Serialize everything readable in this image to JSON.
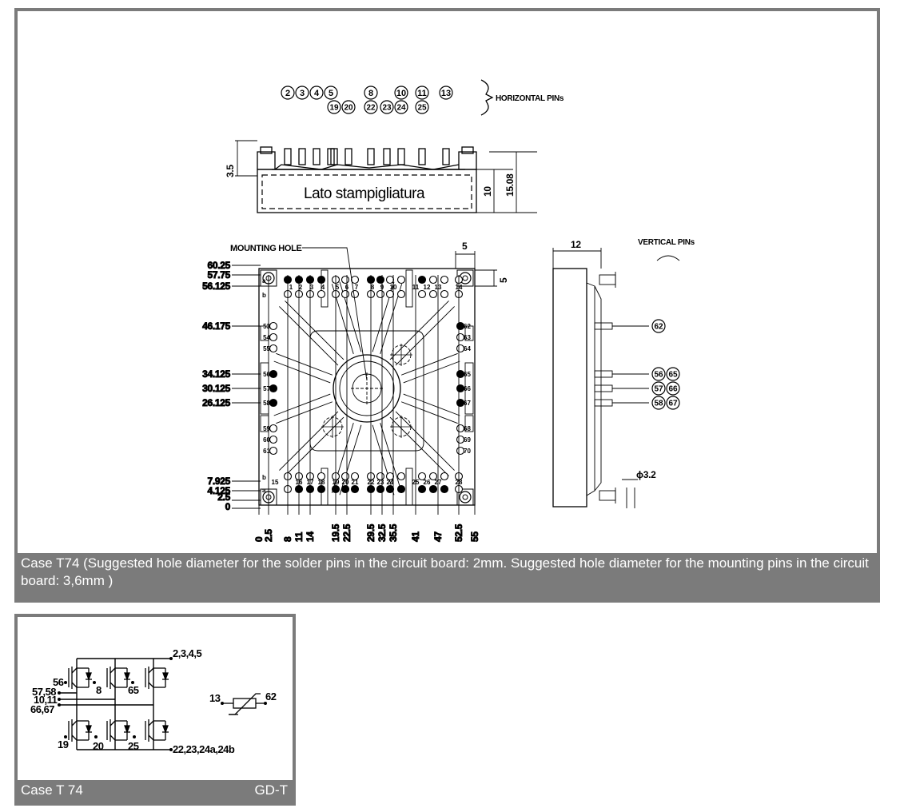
{
  "main_drawing": {
    "header_pins": [
      "2",
      "3",
      "4",
      "5",
      "19",
      "20",
      "8",
      "22",
      "23",
      "10",
      "24",
      "11",
      "25",
      "13"
    ],
    "horizontal_pins_label": "HORIZONTAL PINs",
    "vertical_pins_label": "VERTICAL PINs",
    "lato_label": "Lato stampigliatura",
    "mounting_hole_label": "MOUNTING HOLE",
    "dim_3_5": "3.5",
    "dim_10": "10",
    "dim_15_08": "15.08",
    "dim_5_top": "5",
    "dim_5_right": "5",
    "dim_12": "12",
    "dim_phi": "ϕ3.2",
    "y_dims": [
      "60.25",
      "57.75",
      "56.125",
      "46.175",
      "34.125",
      "30.125",
      "26.125",
      "7.925",
      "4.125",
      "2.5",
      "0"
    ],
    "x_dims": [
      "0",
      "2.5",
      "8",
      "11",
      "14",
      "19.5",
      "22.5",
      "29.5",
      "32.5",
      "35.5",
      "41",
      "47",
      "52.5",
      "55"
    ],
    "side_pins": [
      "62",
      "56",
      "65",
      "57",
      "66",
      "58",
      "67"
    ],
    "left_pins": [
      "53",
      "54",
      "55",
      "56",
      "57",
      "58",
      "59",
      "60",
      "61"
    ],
    "right_pins": [
      "62",
      "63",
      "64",
      "65",
      "66",
      "67",
      "68",
      "69",
      "70"
    ],
    "top_row_pins": [
      "1",
      "2",
      "3",
      "4",
      "5",
      "6",
      "7",
      "8",
      "9",
      "10",
      "11",
      "12",
      "13",
      "14"
    ],
    "bottom_row_pins": [
      "15",
      "16",
      "17",
      "18",
      "19",
      "20",
      "21",
      "22",
      "23",
      "24",
      "25",
      "26",
      "27",
      "28"
    ],
    "b_label": "b",
    "a_label": "a"
  },
  "main_caption": "Case T74 (Suggested hole diameter for the solder pins in the circuit board: 2mm. Suggested hole diameter for the mounting pins in the circuit board: 3,6mm )",
  "schematic": {
    "top_rail": "2,3,4,5",
    "bottom_rail": "22,23,24a,24b",
    "g56": "56",
    "g8": "8",
    "g65": "65",
    "left_labels": [
      "57,58",
      "10,11",
      "66,67"
    ],
    "g19": "19",
    "g20": "20",
    "g25": "25",
    "ntc_left": "13",
    "ntc_right": "62"
  },
  "small_caption": {
    "left": "Case T 74",
    "right": "GD-T"
  },
  "colors": {
    "frame": "#7b7b7b",
    "caption_text": "#ffffff"
  }
}
